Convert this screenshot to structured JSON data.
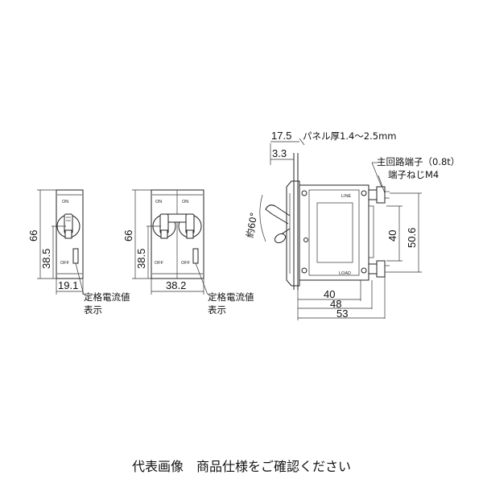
{
  "left_view": {
    "dim_height_total": "66",
    "dim_height_inner": "38.5",
    "dim_width": "19.1",
    "label_on": "ON",
    "label_off": "OFF",
    "rating_label_line1": "定格電流値",
    "rating_label_line2": "表示"
  },
  "middle_view": {
    "dim_height_total": "66",
    "dim_height_inner": "38.5",
    "dim_width": "38.2",
    "label_on": "ON",
    "label_off": "OFF",
    "rating_label_line1": "定格電流値",
    "rating_label_line2": "表示"
  },
  "side_view": {
    "dim_top_offset": "17.5",
    "dim_small_offset": "3.3",
    "panel_thickness": "パネル厚1.4～2.5mm",
    "main_terminal": "主回路端子（0.8t）",
    "terminal_screw": "端子ねじM4",
    "angle": "約60°",
    "label_line": "LINE",
    "label_load": "LOAD",
    "dim_inner_height": "40",
    "dim_outer_height": "50.6",
    "dim_width_40": "40",
    "dim_width_48": "48",
    "dim_width_53": "53"
  },
  "caption": "代表画像　商品仕様をご確認ください"
}
